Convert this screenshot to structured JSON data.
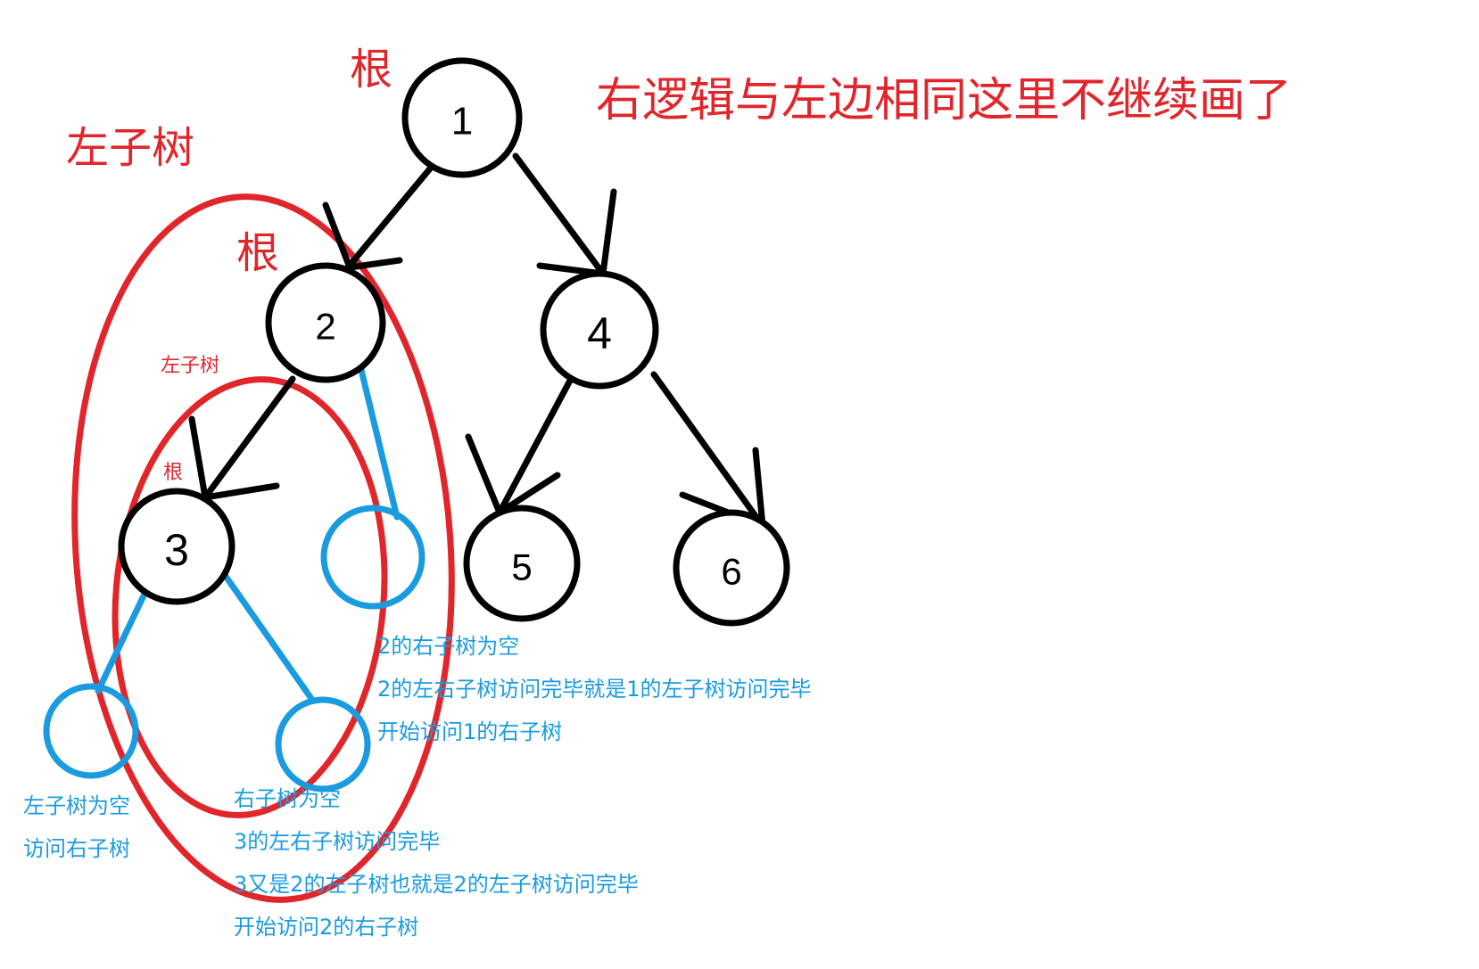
{
  "labels": {
    "root_top": "根",
    "left_subtree_top": "左子树",
    "root_second": "根",
    "right_logic_note": "右逻辑与左边相同这里不继续画了",
    "left_subtree_small": "左子树",
    "root_small": "根"
  },
  "nodes": [
    {
      "id": "n1",
      "label": "1"
    },
    {
      "id": "n2",
      "label": "2"
    },
    {
      "id": "n4",
      "label": "4"
    },
    {
      "id": "n3",
      "label": "3"
    },
    {
      "id": "n5",
      "label": "5"
    },
    {
      "id": "n6",
      "label": "6"
    }
  ],
  "notes": {
    "node2_right_empty": [
      "2的右子树为空",
      "2的左右子树访问完毕就是1的左子树访问完毕",
      "开始访问1的右子树"
    ],
    "node3_left_empty": [
      "左子树为空",
      "访问右子树"
    ],
    "node3_right_empty": [
      "右子树为空",
      "3的左右子树访问完毕",
      "3又是2的左子树也就是2的左子树访问完毕",
      "开始访问2的右子树"
    ]
  },
  "colors": {
    "tree": "#000000",
    "annotation_red": "#e0262b",
    "annotation_blue": "#1a9be0"
  }
}
